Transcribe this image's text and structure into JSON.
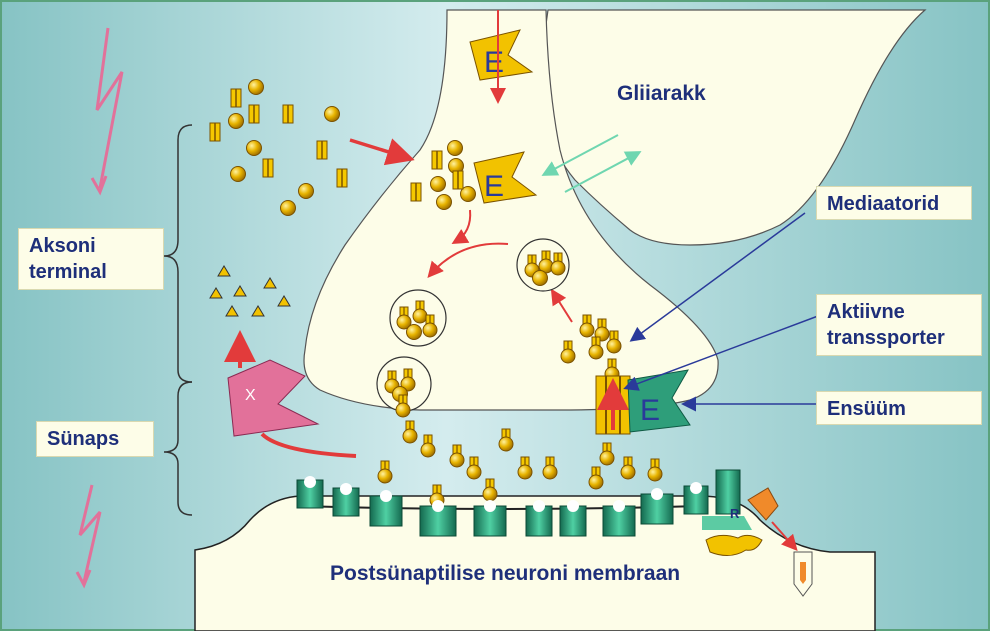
{
  "labels": {
    "glia": "Gliiarakk",
    "mediators": "Mediaatorid",
    "transporter_line1": "Aktiivne",
    "transporter_line2": "transsporter",
    "enzyme": "Ensüüm",
    "axon_line1": "Aksoni",
    "axon_line2": "terminal",
    "synapse": "Sünaps",
    "membrane": "Postsünaptilise neuroni membraan"
  },
  "enzyme_letters": {
    "top": "E",
    "middle": "E",
    "transporter": "E",
    "pink": "X",
    "receptor": "R"
  },
  "colors": {
    "background": "#a9d5d8",
    "cytoplasm": "#fdfde8",
    "enzyme_yellow": "#f2c200",
    "enzyme_teal": "#2e9e7a",
    "enzyme_pink": "#e2719a",
    "vesicle_gold": "#e0a800",
    "arrow_red": "#e23b3b",
    "pointer_blue": "#2a3a9a",
    "text_blue": "#1e2f7a"
  }
}
